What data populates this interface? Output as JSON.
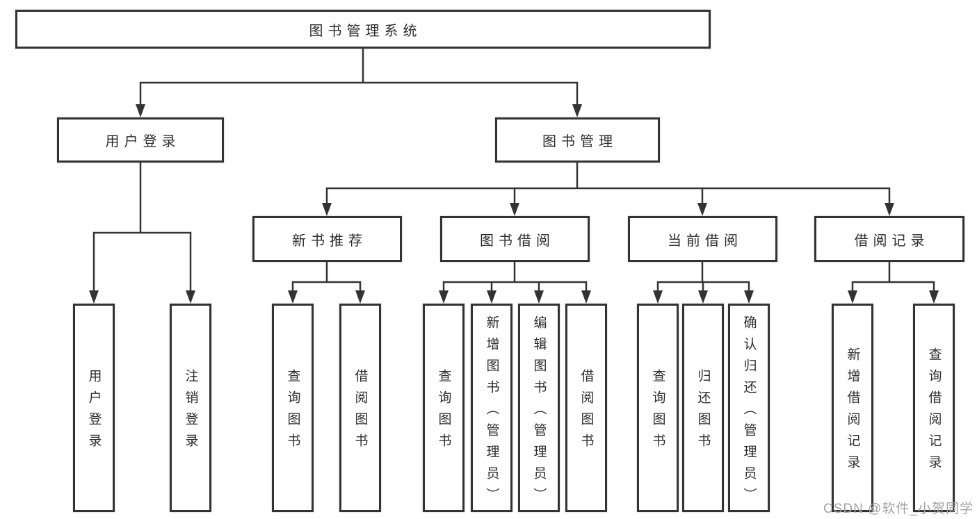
{
  "diagram": {
    "tree": {
      "root": {
        "label": "图书管理系统",
        "children": [
          {
            "label": "用户登录",
            "children": [
              {
                "label": "用户登录"
              },
              {
                "label": "注销登录"
              }
            ]
          },
          {
            "label": "图书管理",
            "children": [
              {
                "label": "新书推荐",
                "children": [
                  {
                    "label": "查询图书"
                  },
                  {
                    "label": "借阅图书"
                  }
                ]
              },
              {
                "label": "图书借阅",
                "children": [
                  {
                    "label": "查询图书"
                  },
                  {
                    "label": "新增图书（管理员）"
                  },
                  {
                    "label": "编辑图书（管理员）"
                  },
                  {
                    "label": "借阅图书"
                  }
                ]
              },
              {
                "label": "当前借阅",
                "children": [
                  {
                    "label": "查询图书"
                  },
                  {
                    "label": "归还图书"
                  },
                  {
                    "label": "确认归还（管理员）"
                  }
                ]
              },
              {
                "label": "借阅记录",
                "children": [
                  {
                    "label": "新增借阅记录"
                  },
                  {
                    "label": "查询借阅记录"
                  }
                ]
              }
            ]
          }
        ]
      }
    },
    "colors": {
      "line": "#333333",
      "box_border": "#333333",
      "text": "#2d2d2d",
      "background": "#ffffff",
      "watermark": "#a3a3a3"
    }
  },
  "watermark": {
    "text": "CSDN @软件_小贺同学"
  }
}
